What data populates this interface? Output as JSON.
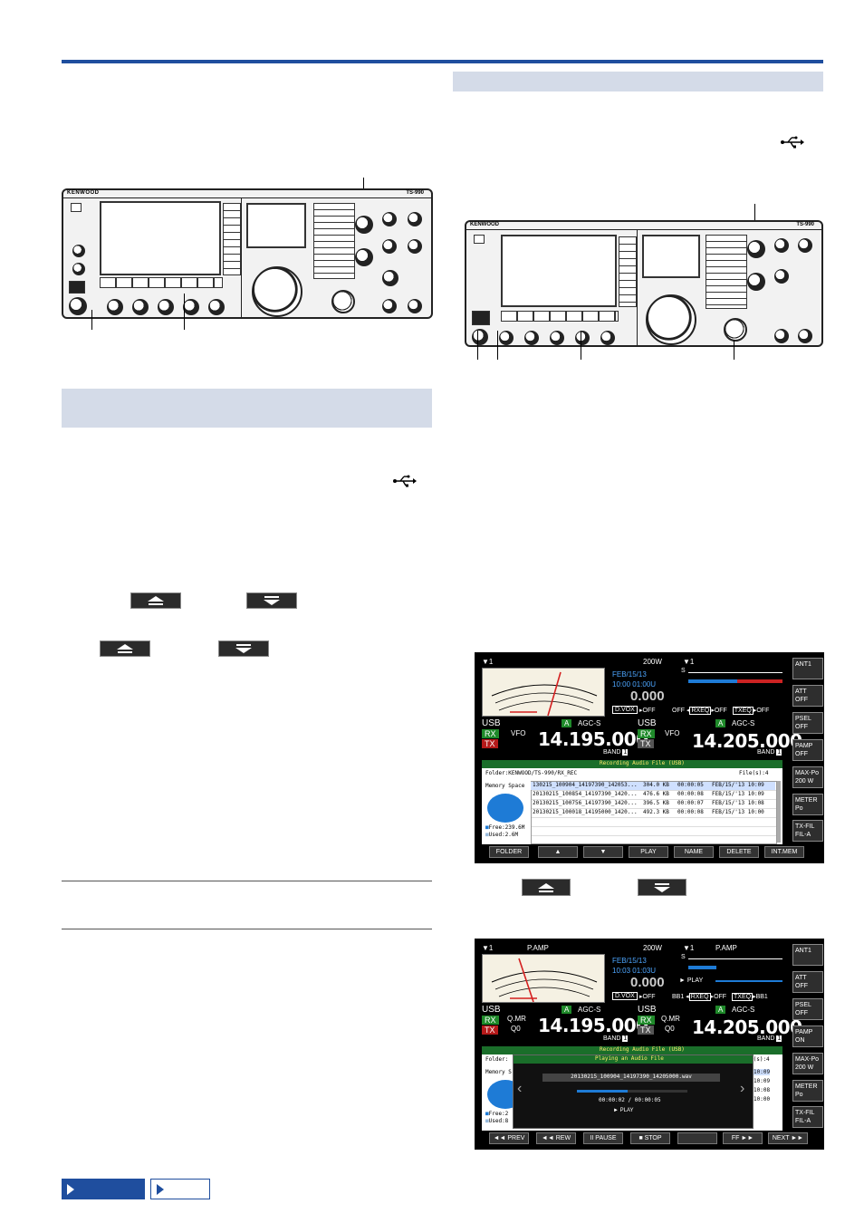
{
  "usb_icon": "usb-icon",
  "up_button_icon": "triangle-up-icon",
  "down_button_icon": "triangle-down-icon",
  "colors": {
    "accent": "#1f4e9e",
    "band": "#d4dbe8",
    "display_bg": "#000000"
  },
  "radio": {
    "brand": "KENWOOD",
    "model": "TS-990"
  },
  "display1": {
    "header": {
      "ant": "1",
      "power": "200W",
      "ant_sub": "1",
      "s_label": "S"
    },
    "date": "FEB/15/13",
    "time": "10:00 01:00U",
    "center_value": "0.000",
    "dvox": "D.VOX",
    "dvox_state": "OFF",
    "sub_status": [
      "OFF",
      "RXEQ",
      "OFF",
      "TXEQ",
      "OFF"
    ],
    "main": {
      "mode": "USB",
      "rx": "RX",
      "tx": "TX",
      "vfo": "VFO",
      "agc": "AGC-S",
      "band_badge": "A",
      "freq": "14.195.000",
      "band": "BAND",
      "band_num": "1"
    },
    "sub": {
      "mode": "USB",
      "rx": "RX",
      "tx": "TX",
      "vfo": "VFO",
      "agc": "AGC-S",
      "band_badge": "A",
      "freq": "14.205.000",
      "band": "BAND",
      "band_num": "1"
    },
    "panel_title": "Recording Audio File (USB)",
    "folder": "Folder:KENWOOD/TS-990/RX_REC",
    "file_count": "File(s):4",
    "memory_space": "Memory Space",
    "free": "Free:239.6M",
    "used": "Used:2.6M",
    "files": [
      {
        "name": "130215_100904_14197390_142053...",
        "size": "304.0 KB",
        "dur": "00:00:05",
        "date": "FEB/15/'13 10:09"
      },
      {
        "name": "20130215_100854_14197390_1420...",
        "size": "476.6 KB",
        "dur": "00:00:08",
        "date": "FEB/15/'13 10:09"
      },
      {
        "name": "20130215_100756_14197390_1420...",
        "size": "396.5 KB",
        "dur": "00:00:07",
        "date": "FEB/15/'13 10:08"
      },
      {
        "name": "20130215_100018_14195000_1420...",
        "size": "492.3 KB",
        "dur": "00:00:08",
        "date": "FEB/15/'13 10:00"
      }
    ],
    "side_keys": [
      [
        "ANT1"
      ],
      [
        "ATT",
        "OFF"
      ],
      [
        "PSEL",
        "OFF"
      ],
      [
        "PAMP",
        "OFF"
      ],
      [
        "MAX-Po",
        "200 W"
      ],
      [
        "METER",
        "Po"
      ],
      [
        "TX-FIL",
        "FIL-A"
      ]
    ],
    "softkeys": [
      "FOLDER",
      "▲",
      "▼",
      "PLAY",
      "NAME",
      "DELETE",
      "INT.MEM"
    ]
  },
  "display2": {
    "header": {
      "ant": "1",
      "pamp": "P.AMP",
      "power": "200W",
      "ant_sub": "1",
      "pamp_sub": "P.AMP",
      "s_label": "S"
    },
    "date": "FEB/15/13",
    "time": "10:03 01:03U",
    "center_value": "0.000",
    "play_status": "► PLAY",
    "dvox": "D.VOX",
    "dvox_state": "OFF",
    "sub_status": [
      "BB1",
      "RXEQ",
      "OFF",
      "TXEQ",
      "BB1"
    ],
    "main": {
      "mode": "USB",
      "rx": "RX",
      "tx": "TX",
      "qmr": "Q.MR",
      "q0": "Q0",
      "agc": "AGC-S",
      "band_badge": "A",
      "freq": "14.195.000",
      "band": "BAND",
      "band_num": "1"
    },
    "sub": {
      "mode": "USB",
      "rx": "RX",
      "tx": "TX",
      "qmr": "Q.MR",
      "q0": "Q0",
      "agc": "AGC-S",
      "band_badge": "A",
      "freq": "14.205.000",
      "band": "BAND",
      "band_num": "1"
    },
    "panel_title": "Recording Audio File (USB)",
    "folder": "Folder:",
    "file_count": "e(s):4",
    "memory_space": "Memory S",
    "free": "Free:2",
    "used": "Used:8",
    "playing_title": "Playing an Audio File",
    "playing_file": "20130215_100904_14197390_14205000.wav",
    "playing_time": "00:00:02 / 00:00:05",
    "playing_state": "► PLAY",
    "right_dates": [
      "10:09",
      "10:09",
      "10:08",
      "10:00"
    ],
    "side_keys": [
      [
        "ANT1"
      ],
      [
        "ATT",
        "OFF"
      ],
      [
        "PSEL",
        "OFF"
      ],
      [
        "PAMP",
        "ON"
      ],
      [
        "MAX-Po",
        "200 W"
      ],
      [
        "METER",
        "Po"
      ],
      [
        "TX-FIL",
        "FIL-A"
      ]
    ],
    "softkeys": [
      "◄◄ PREV",
      "◄◄ REW",
      "II PAUSE",
      "■ STOP",
      "",
      "FF ►►",
      "NEXT ►►"
    ]
  }
}
